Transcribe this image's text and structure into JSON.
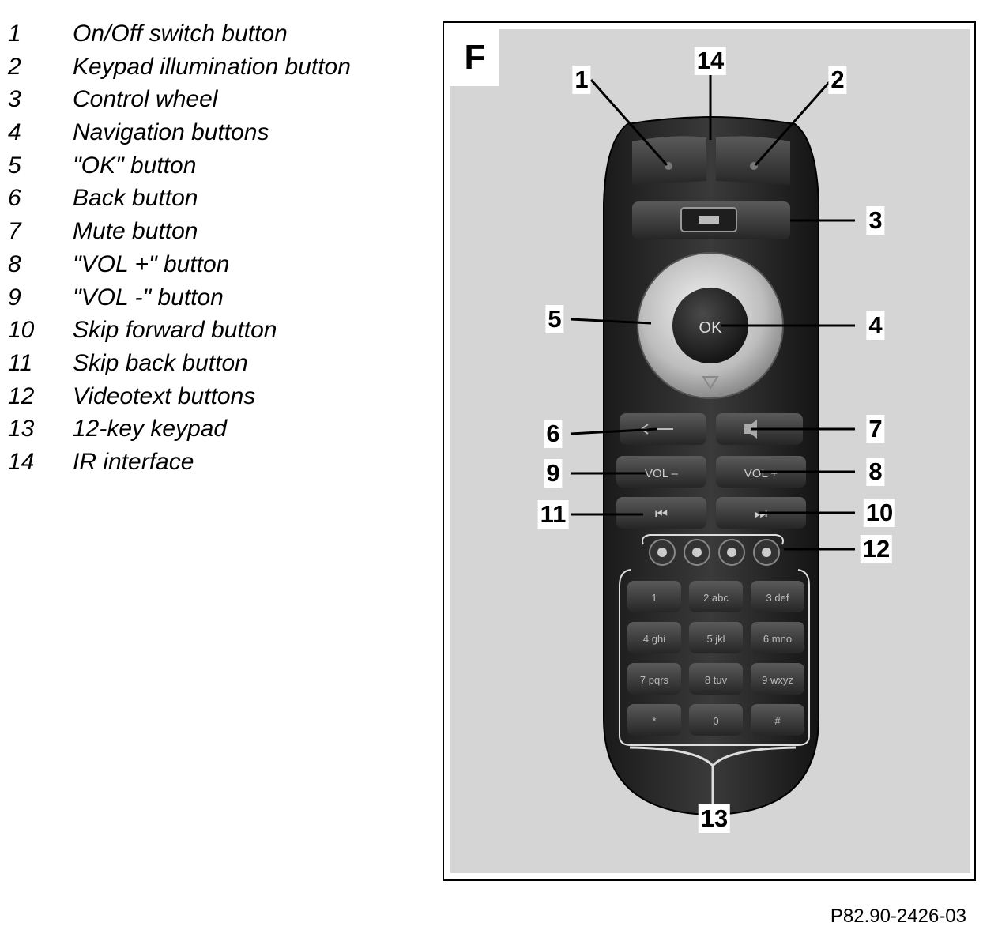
{
  "legend": [
    {
      "num": "1",
      "label": "On/Off switch button"
    },
    {
      "num": "2",
      "label": "Keypad illumination button"
    },
    {
      "num": "3",
      "label": "Control wheel"
    },
    {
      "num": "4",
      "label": "Navigation buttons"
    },
    {
      "num": "5",
      "label": "\"OK\" button"
    },
    {
      "num": "6",
      "label": "Back button"
    },
    {
      "num": "7",
      "label": "Mute button"
    },
    {
      "num": "8",
      "label": "\"VOL +\" button"
    },
    {
      "num": "9",
      "label": "\"VOL -\" button"
    },
    {
      "num": "10",
      "label": "Skip forward button"
    },
    {
      "num": "11",
      "label": "Skip back button"
    },
    {
      "num": "12",
      "label": "Videotext buttons"
    },
    {
      "num": "13",
      "label": "12-key keypad"
    },
    {
      "num": "14",
      "label": "IR interface"
    }
  ],
  "figure": {
    "letter": "F",
    "remote_labels": {
      "ok": "OK",
      "vol_minus": "VOL –",
      "vol_plus": "VOL +",
      "skip_back": "⏮",
      "skip_fwd": "⏭",
      "keys": [
        "1",
        "2 abc",
        "3 def",
        "4 ghi",
        "5 jkl",
        "6 mno",
        "7 pqrs",
        "8 tuv",
        "9 wxyz",
        "*",
        "0",
        "#"
      ]
    },
    "callouts": [
      "1",
      "14",
      "2",
      "3",
      "5",
      "4",
      "6",
      "7",
      "9",
      "8",
      "11",
      "10",
      "12",
      "13"
    ]
  },
  "footer": {
    "reference": "P82.90-2426-03"
  }
}
